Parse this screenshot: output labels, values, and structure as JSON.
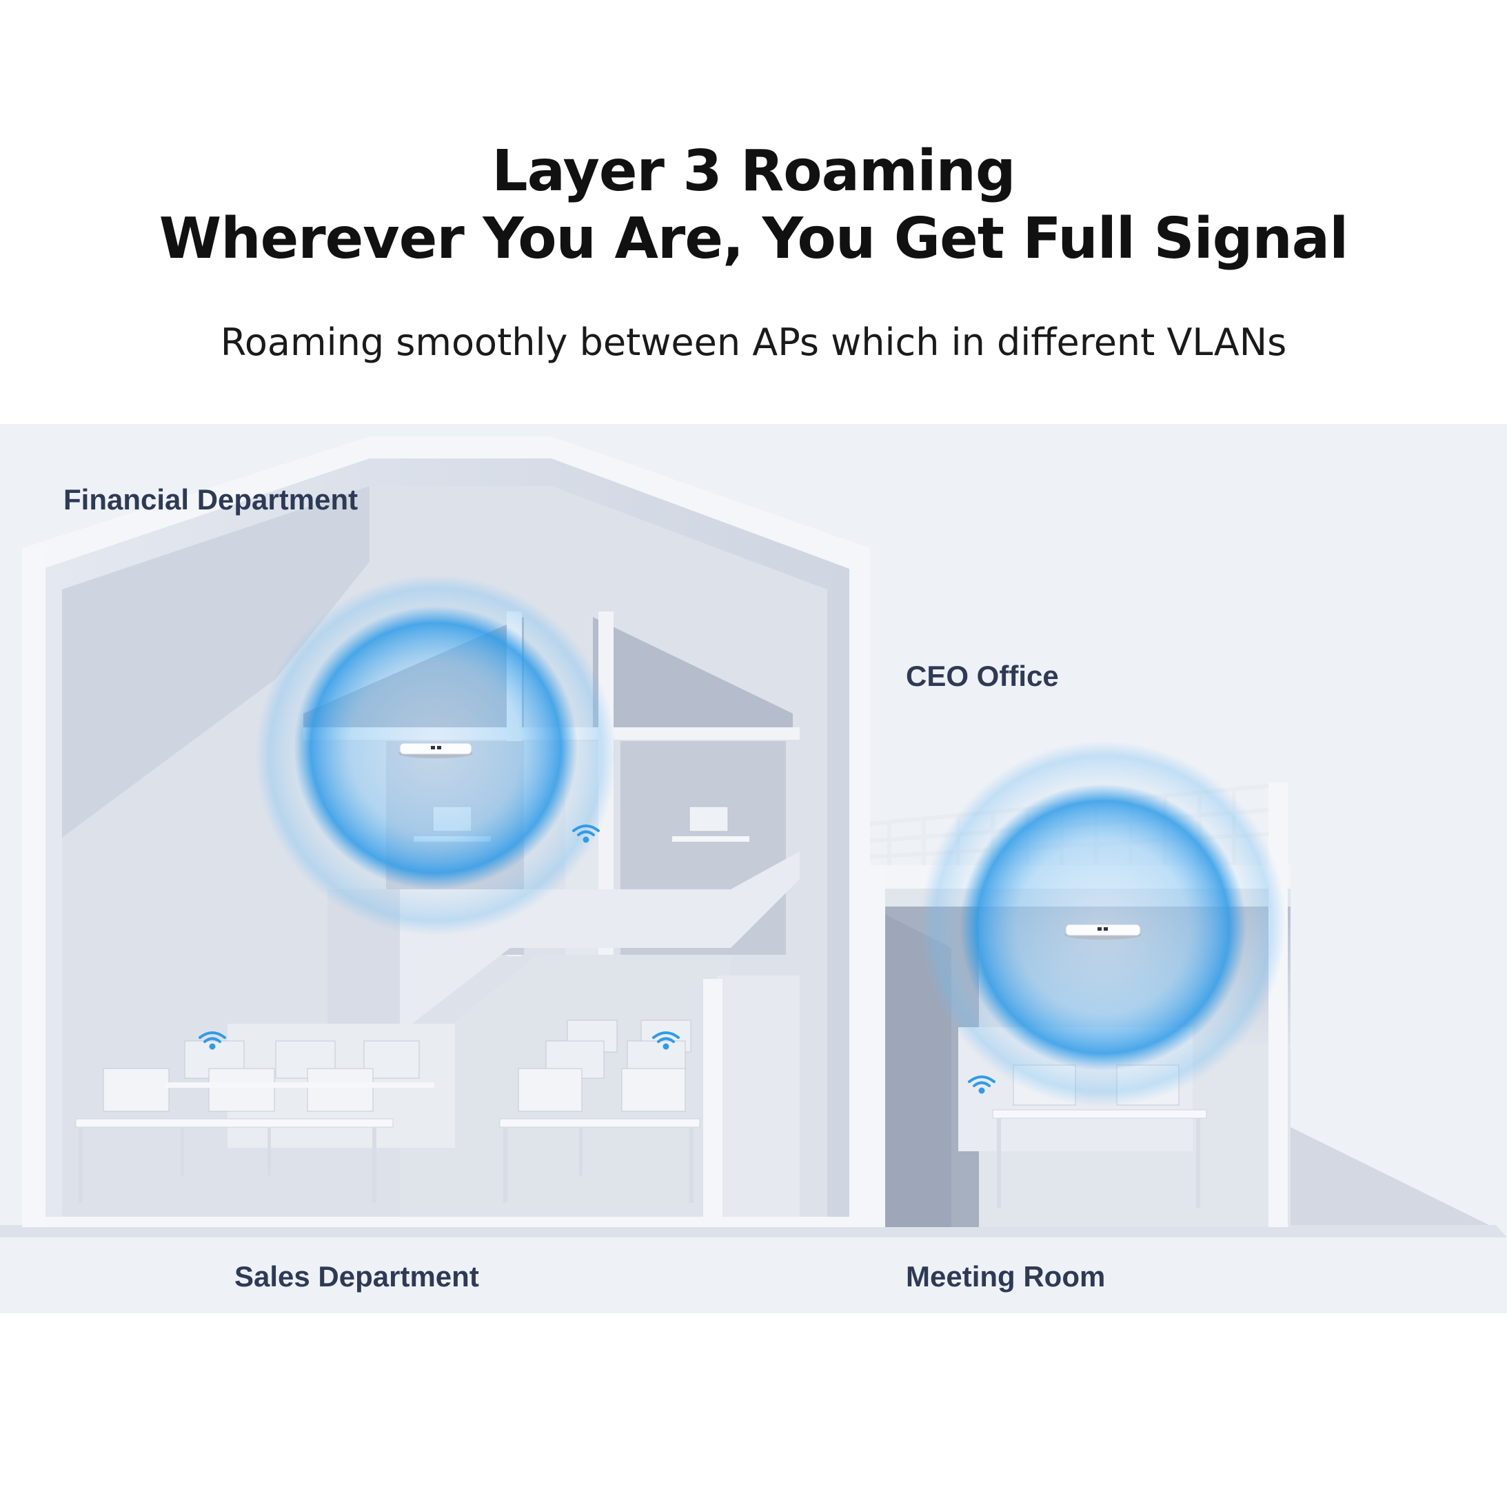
{
  "header": {
    "title_line1": "Layer 3 Roaming",
    "title_line2": "Wherever You Are, You Get Full Signal",
    "subtitle": "Roaming smoothly between APs which in different VLANs"
  },
  "rooms": {
    "financial": "Financial Department",
    "ceo": "CEO Office",
    "sales": "Sales Department",
    "meeting": "Meeting Room"
  },
  "colors": {
    "signal": "#3aa6ee",
    "label": "#2e3a55",
    "scene_bg": "#eef1f6",
    "wifi": "#2f9be8"
  }
}
